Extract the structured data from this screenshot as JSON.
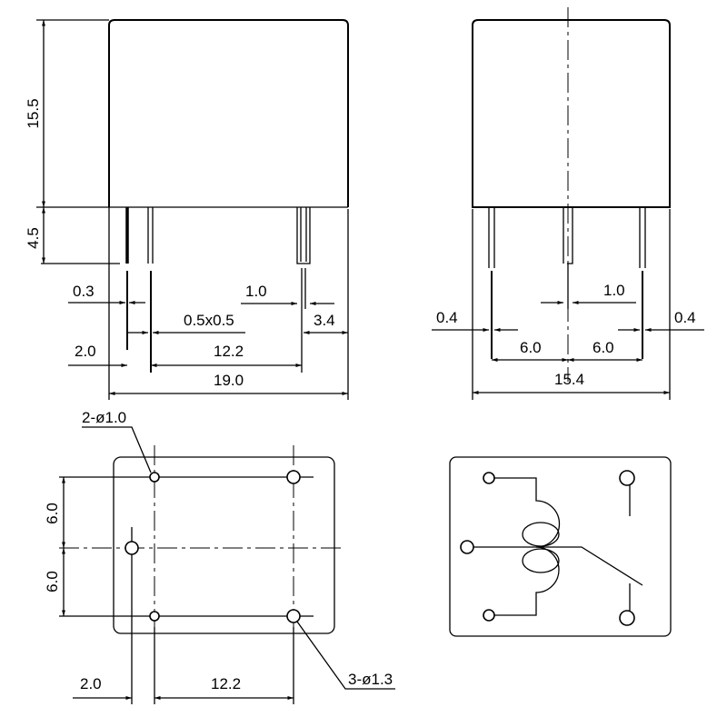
{
  "front_view": {
    "height_body": "15.5",
    "pin_length": "4.5",
    "pin_thickness": "0.3",
    "pin_section": "0.5x0.5",
    "pin_width": "1.0",
    "right_offset": "3.4",
    "left_offset": "2.0",
    "pin_spacing": "12.2",
    "length": "19.0"
  },
  "side_view": {
    "pin_left": "0.4",
    "pin_center": "1.0",
    "pin_right": "0.4",
    "spacing_left": "6.0",
    "spacing_right": "6.0",
    "width": "15.4"
  },
  "bottom_view": {
    "small_holes": "2-ø1.0",
    "large_holes": "3-ø1.3",
    "row_spacing_top": "6.0",
    "row_spacing_bottom": "6.0",
    "left_offset": "2.0",
    "pin_spacing": "12.2"
  },
  "schematic": {
    "symbol": "relay-spdt-coil"
  }
}
